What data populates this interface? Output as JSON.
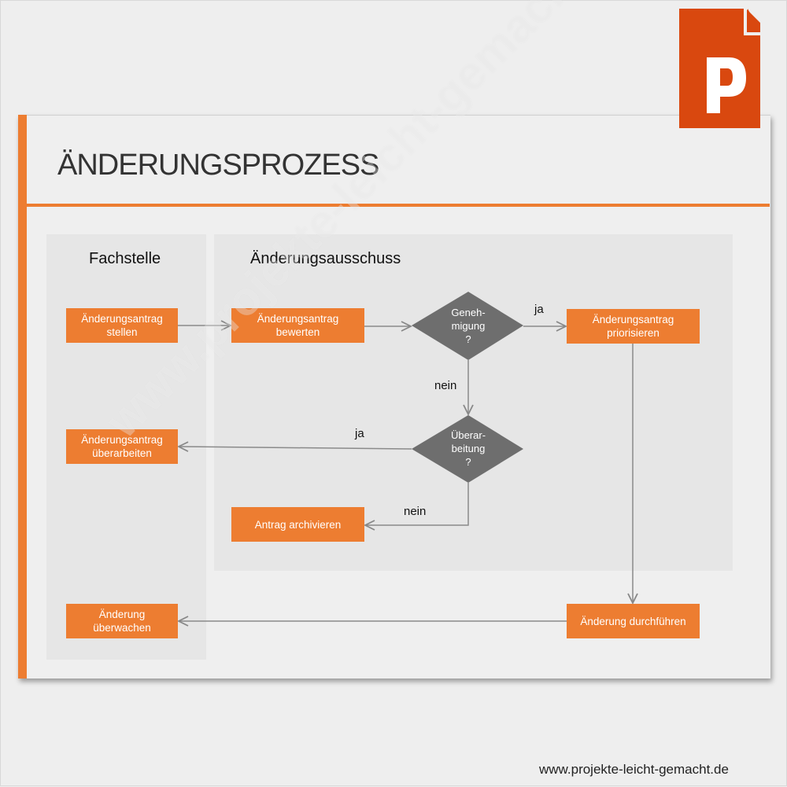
{
  "slide": {
    "title": "ÄNDERUNGSPROZESS"
  },
  "lanes": {
    "left": "Fachstelle",
    "right": "Änderungsausschuss"
  },
  "boxes": {
    "stellen": "Änderungsantrag stellen",
    "bewerten": "Änderungsantrag bewerten",
    "priorisieren": "Änderungsantrag priorisieren",
    "ueberarbeiten": "Änderungsantrag überarbeiten",
    "archivieren": "Antrag archivieren",
    "ueberwachen": "Änderung überwachen",
    "durchfuehren": "Änderung durchführen"
  },
  "decisions": {
    "genehmigung": [
      "Geneh-",
      "migung",
      "?"
    ],
    "ueberarbeitung": [
      "Überar-",
      "beitung",
      "?"
    ]
  },
  "labels": {
    "ja1": "ja",
    "nein1": "nein",
    "ja2": "ja",
    "nein2": "nein"
  },
  "footer": "www.projekte-leicht-gemacht.de",
  "watermark": "www.projekte-leicht-gemacht.de",
  "colors": {
    "accent": "#ed7d31",
    "decision": "#6e6e6e",
    "ppt": "#d9480f"
  },
  "icon": {
    "name": "powerpoint-icon",
    "letter": "P"
  }
}
